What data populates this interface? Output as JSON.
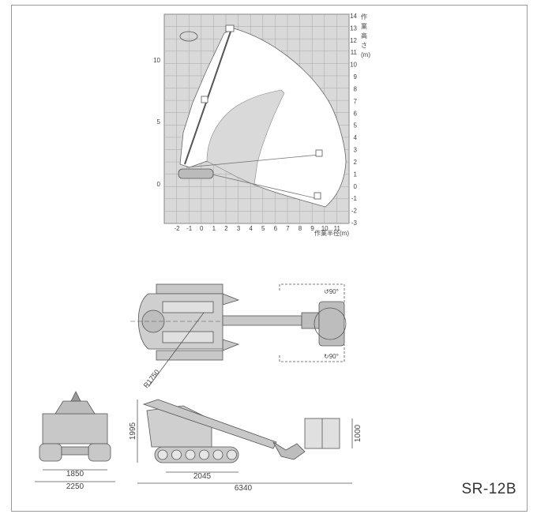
{
  "range_chart": {
    "x_ticks": [
      "-2",
      "-1",
      "0",
      "1",
      "2",
      "3",
      "4",
      "5",
      "6",
      "7",
      "8",
      "9",
      "10",
      "11"
    ],
    "y_ticks_right": [
      "14",
      "13",
      "12",
      "11",
      "10",
      "9",
      "8",
      "7",
      "6",
      "5",
      "4",
      "3",
      "2",
      "1",
      "0",
      "-1",
      "-2",
      "-3"
    ],
    "y_ticks_left": [
      "10",
      "5",
      "0"
    ],
    "x_axis_label": "作業半径(m)",
    "y_axis_label": [
      "作",
      "業",
      "高",
      "さ",
      "(m)"
    ]
  },
  "dimensions": {
    "swing_radius": "R1750",
    "track_width": "1850",
    "overall_width": "2250",
    "overall_height": "1995",
    "track_length": "2045",
    "overall_length": "6340",
    "basket_height": "1000"
  },
  "model": "SR-12B",
  "colors": {
    "grid_bg": "#d9d9d9",
    "grid_line": "#a8a8a8",
    "machine_fill": "#c8c8c8",
    "machine_stroke": "#555555"
  }
}
